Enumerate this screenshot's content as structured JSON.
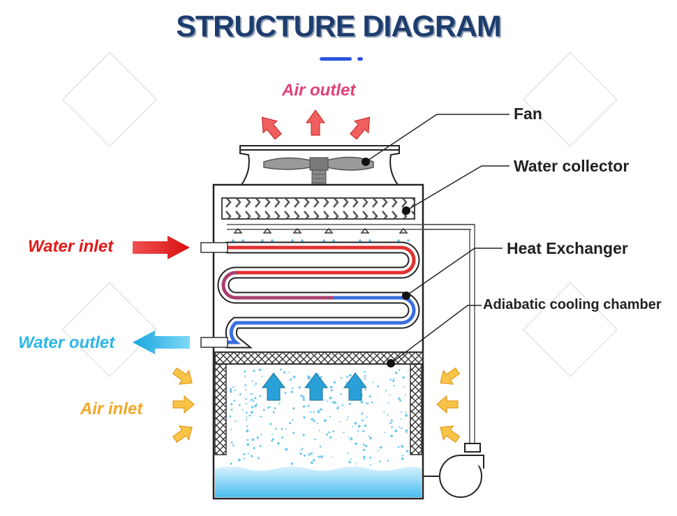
{
  "title": "STRUCTURE DIAGRAM",
  "labels": {
    "air_outlet": "Air outlet",
    "fan": "Fan",
    "water_collector": "Water collector",
    "water_inlet": "Water inlet",
    "heat_exchanger": "Heat Exchanger",
    "adiabatic_cooling_chamber": "Adiabatic cooling chamber",
    "water_outlet": "Water outlet",
    "air_inlet": "Air inlet"
  },
  "colors": {
    "title": "#1d3d6e",
    "accent_blue": "#2a55e0",
    "air_outlet": "#e0407a",
    "water_inlet": "#e01818",
    "water_outlet": "#2cb6e6",
    "air_inlet": "#f0a828",
    "hot_coil": "#e03030",
    "cold_coil": "#3a6ee0",
    "water_basin": "#5ec8f0"
  },
  "icons": [
    "fan-icon",
    "arrow-icon",
    "pump-icon",
    "nozzle-icon"
  ]
}
